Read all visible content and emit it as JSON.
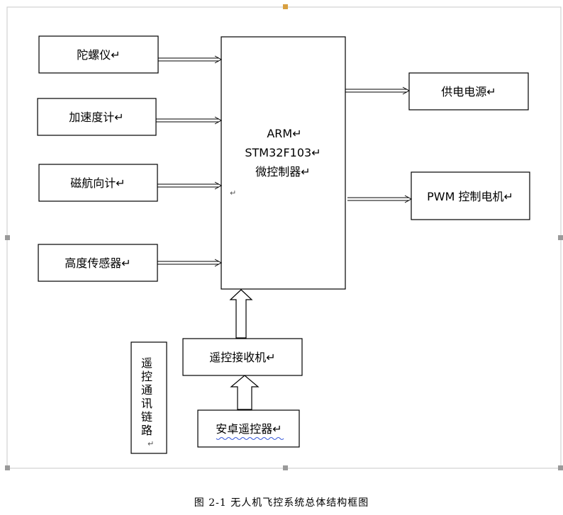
{
  "inputs": [
    {
      "label": "陀螺仪↵"
    },
    {
      "label": "加速度计↵"
    },
    {
      "label": "磁航向计↵"
    },
    {
      "label": "高度传感器↵"
    }
  ],
  "controller": {
    "lines": [
      "ARM↵",
      "STM32F103↵",
      "微控制器↵"
    ],
    "extra_mark": "↵"
  },
  "outputs": [
    {
      "label": "供电电源↵"
    },
    {
      "label": "PWM 控制电机↵"
    }
  ],
  "receiver": {
    "label": "遥控接收机↵"
  },
  "remote": {
    "label": "安卓遥控器↵"
  },
  "link": {
    "chars": [
      "遥",
      "控",
      "通",
      "讯",
      "链",
      "路"
    ],
    "mark": "↵"
  },
  "caption": "图 2-1  无人机飞控系统总体结构框图",
  "colors": {
    "stroke": "#000000",
    "page_border": "#c8c8c8",
    "handle": "#9a9a9a",
    "spell_underline": "#3a5bd9"
  }
}
